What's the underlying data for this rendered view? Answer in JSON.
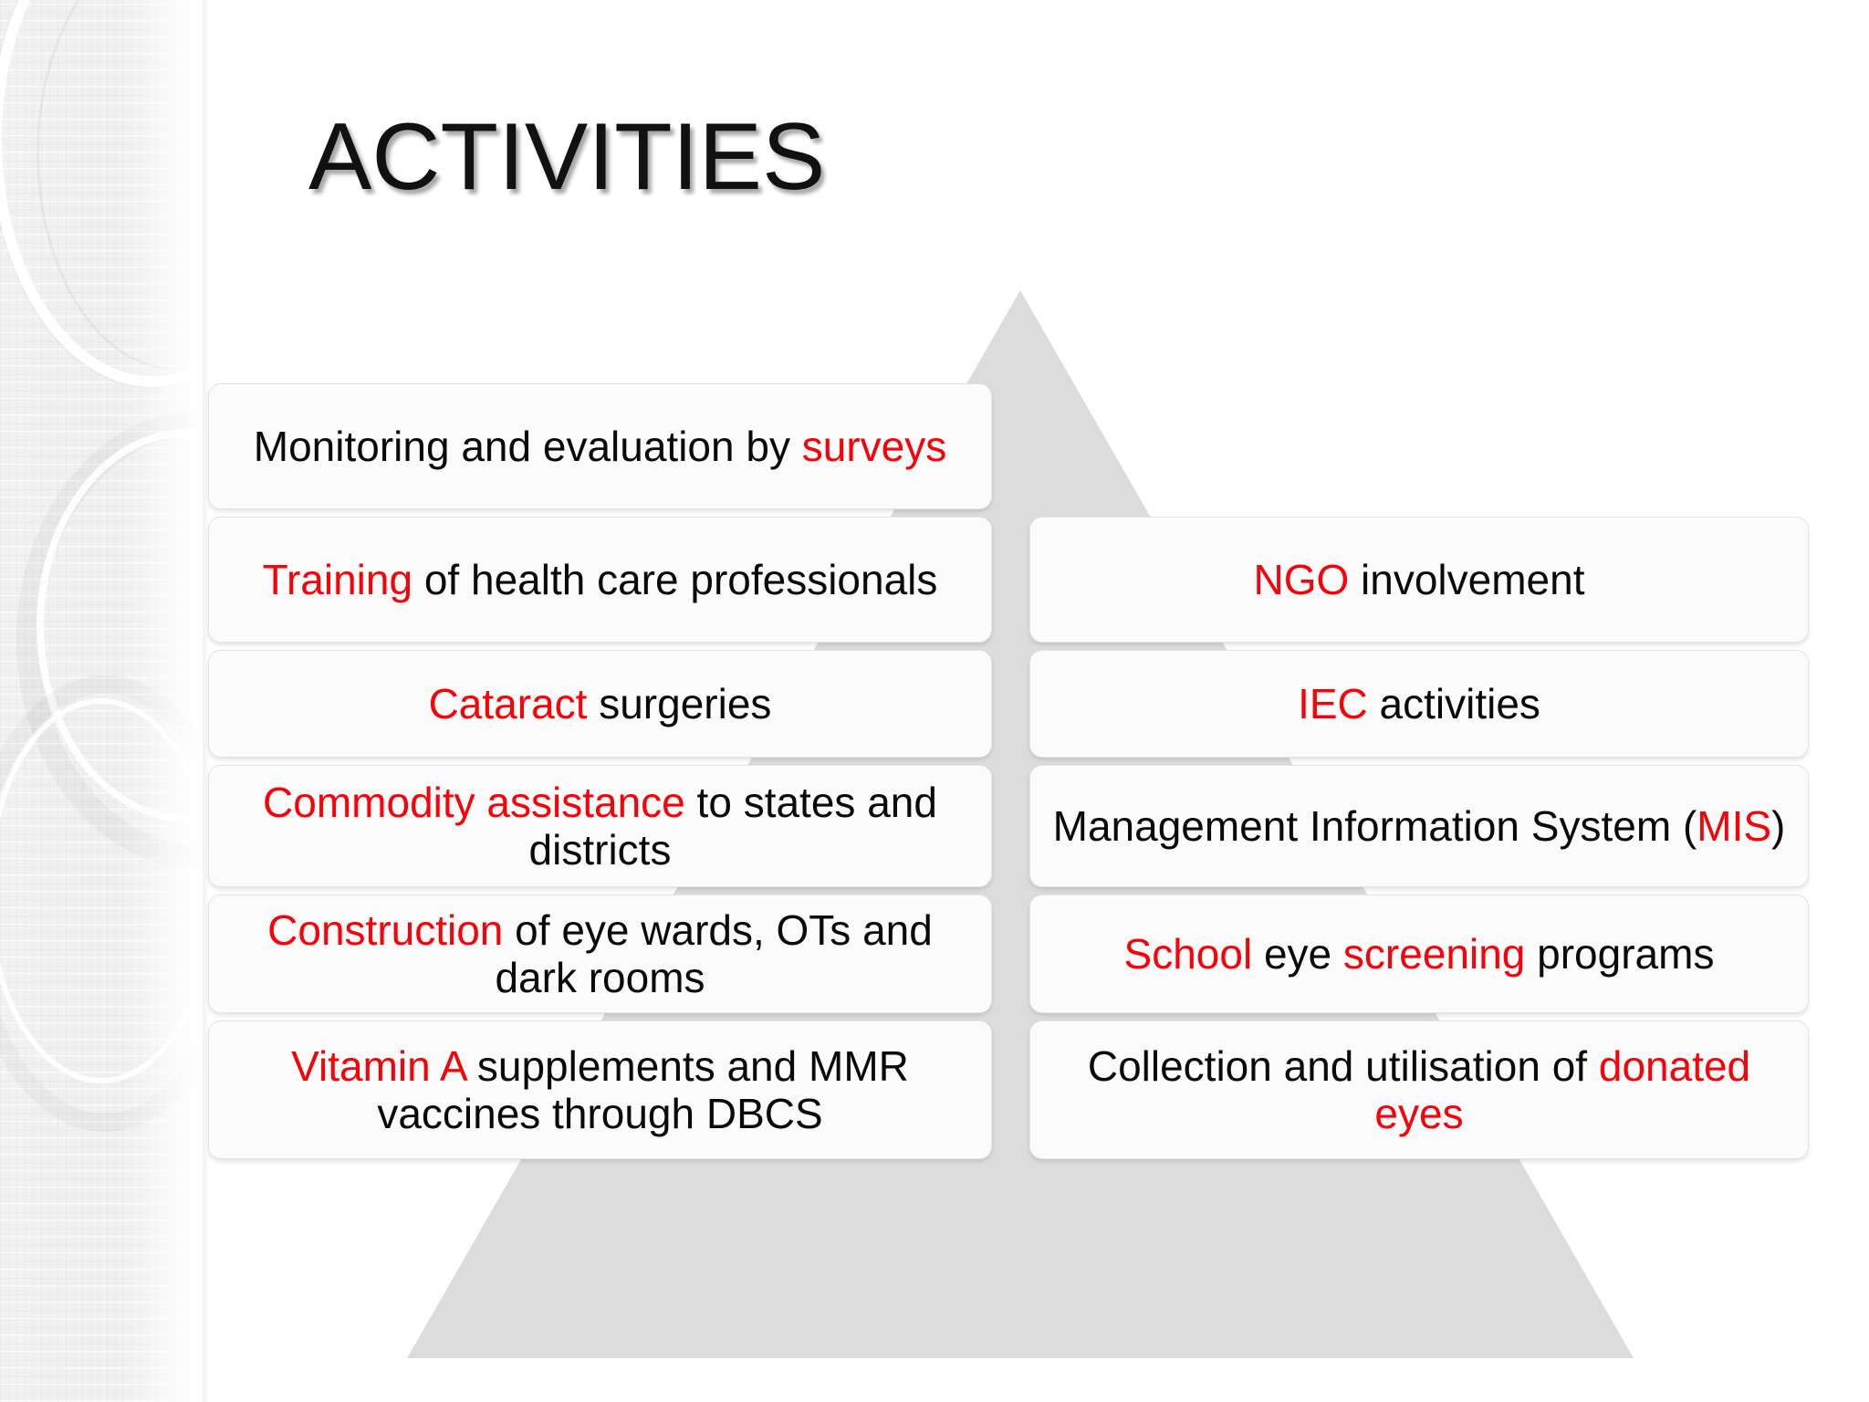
{
  "slide": {
    "title": "ACTIVITIES",
    "accent_color": "#fb0007",
    "text_color": "#0a0a0a",
    "background_color": "#ffffff",
    "pyramid_color": "#dcdcdc"
  },
  "boxes": {
    "left": [
      {
        "id": "monitoring-evaluation",
        "segments": [
          {
            "text": "Monitoring and evaluation by ",
            "highlight": false
          },
          {
            "text": "surveys",
            "highlight": true
          }
        ],
        "plain": "Monitoring and evaluation by surveys"
      },
      {
        "id": "training",
        "segments": [
          {
            "text": "Training",
            "highlight": true
          },
          {
            "text": " of health care professionals",
            "highlight": false
          }
        ],
        "plain": "Training of health care professionals"
      },
      {
        "id": "cataract-surgeries",
        "segments": [
          {
            "text": "Cataract",
            "highlight": true
          },
          {
            "text": " surgeries",
            "highlight": false
          }
        ],
        "plain": "Cataract surgeries"
      },
      {
        "id": "commodity-assistance",
        "segments": [
          {
            "text": "Commodity assistance",
            "highlight": true
          },
          {
            "text": " to states and districts",
            "highlight": false
          }
        ],
        "plain": "Commodity assistance to states and districts"
      },
      {
        "id": "construction",
        "segments": [
          {
            "text": "Construction",
            "highlight": true
          },
          {
            "text": " of eye wards, OTs and dark rooms",
            "highlight": false
          }
        ],
        "plain": "Construction of eye wards, OTs and dark rooms"
      },
      {
        "id": "vitamin-a",
        "segments": [
          {
            "text": "Vitamin A",
            "highlight": true
          },
          {
            "text": " supplements and MMR vaccines through DBCS",
            "highlight": false
          }
        ],
        "plain": "Vitamin A supplements and MMR vaccines through DBCS"
      }
    ],
    "right": [
      {
        "id": "ngo-involvement",
        "segments": [
          {
            "text": "NGO",
            "highlight": true
          },
          {
            "text": " involvement",
            "highlight": false
          }
        ],
        "plain": "NGO involvement"
      },
      {
        "id": "iec-activities",
        "segments": [
          {
            "text": "IEC",
            "highlight": true
          },
          {
            "text": " activities",
            "highlight": false
          }
        ],
        "plain": "IEC activities"
      },
      {
        "id": "management-information-system",
        "segments": [
          {
            "text": "Management Information System (",
            "highlight": false
          },
          {
            "text": "MIS",
            "highlight": true
          },
          {
            "text": ")",
            "highlight": false
          }
        ],
        "plain": "Management Information System (MIS)"
      },
      {
        "id": "school-eye-screening",
        "segments": [
          {
            "text": "School",
            "highlight": true
          },
          {
            "text": " eye ",
            "highlight": false
          },
          {
            "text": "screening",
            "highlight": true
          },
          {
            "text": " programs",
            "highlight": false
          }
        ],
        "plain": "School eye screening programs"
      },
      {
        "id": "donated-eyes",
        "segments": [
          {
            "text": "Collection and utilisation of ",
            "highlight": false
          },
          {
            "text": "donated eyes",
            "highlight": true
          }
        ],
        "plain": "Collection and utilisation of donated eyes"
      }
    ]
  }
}
